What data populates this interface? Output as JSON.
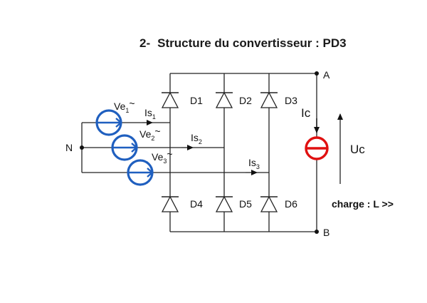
{
  "title": {
    "number": "2-",
    "text": "Structure du convertisseur : PD3"
  },
  "diodes": [
    "D1",
    "D2",
    "D3",
    "D4",
    "D5",
    "D6"
  ],
  "nodes": {
    "top": "A",
    "bottom": "B",
    "neutral": "N"
  },
  "sources": [
    {
      "main": "Ve",
      "sub": "1",
      "sup": "~"
    },
    {
      "main": "Ve",
      "sub": "2",
      "sup": "~"
    },
    {
      "main": "Ve",
      "sub": "3",
      "sup": "~"
    }
  ],
  "currents": [
    {
      "main": "Is",
      "sub": "1"
    },
    {
      "main": "Is",
      "sub": "2"
    },
    {
      "main": "Is",
      "sub": "3"
    }
  ],
  "load": {
    "current": "Ic",
    "voltage": "Uc",
    "note": "charge : L >>"
  },
  "colors": {
    "source_ring": "#1f5fbf",
    "load_ring": "#e01010",
    "wire": "#222222"
  }
}
